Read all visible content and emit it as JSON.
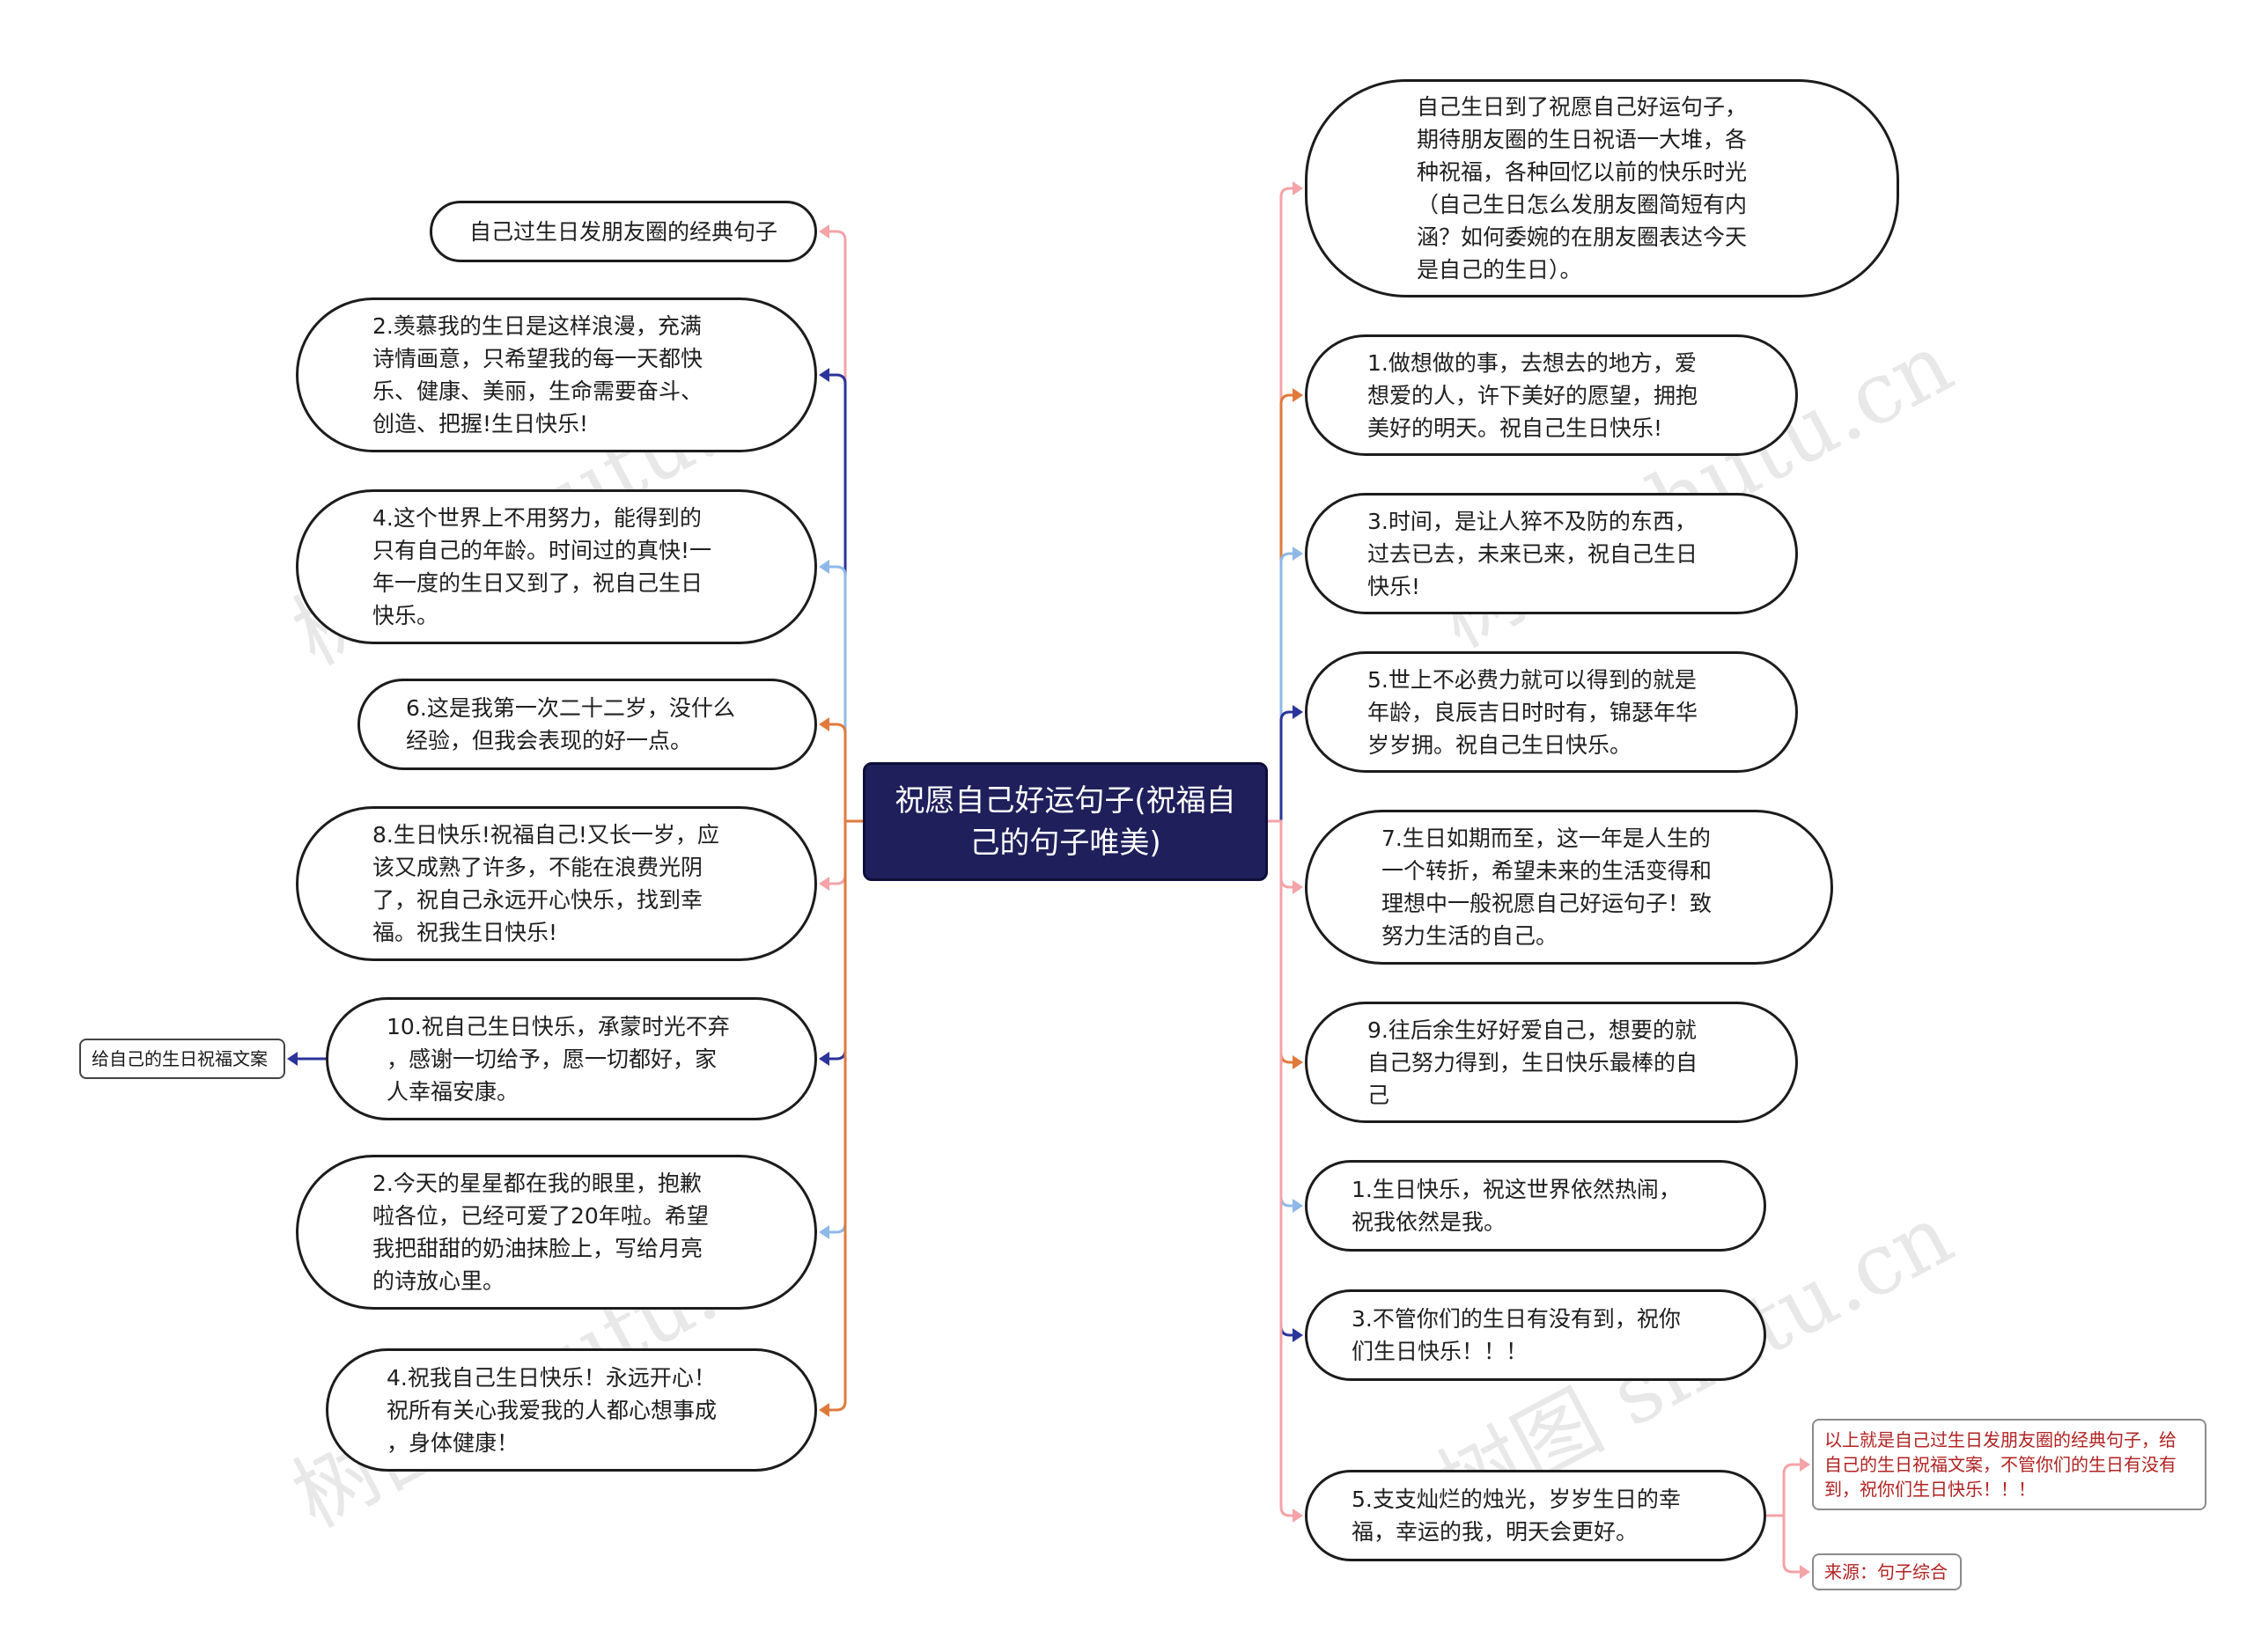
{
  "center": {
    "label": "祝愿自己好运句子(祝福自\n己的句子唯美)"
  },
  "left_nodes": [
    {
      "text": "自己过生日发朋友圈的经典句子",
      "color": "#f4a3a8"
    },
    {
      "text": "2.羡慕我的生日是这样浪漫，充满\n诗情画意，只希望我的每一天都快\n乐、健康、美丽，生命需要奋斗、\n创造、把握!生日快乐!",
      "color": "#2b3499"
    },
    {
      "text": "4.这个世界上不用努力，能得到的\n只有自己的年龄。时间过的真快!一\n年一度的生日又到了，祝自己生日\n快乐。",
      "color": "#8fb8e8"
    },
    {
      "text": "6.这是我第一次二十二岁，没什么\n经验，但我会表现的好一点。",
      "color": "#e07a3c"
    },
    {
      "text": "8.生日快乐!祝福自己!又长一岁，应\n该又成熟了许多，不能在浪费光阴\n了，祝自己永远开心快乐，找到幸\n福。祝我生日快乐!",
      "color": "#f4a3a8"
    },
    {
      "text": "10.祝自己生日快乐，承蒙时光不弃\n，感谢一切给予，愿一切都好，家\n人幸福安康。",
      "color": "#2b3499"
    },
    {
      "text": "2.今天的星星都在我的眼里，抱歉\n啦各位，已经可爱了20年啦。希望\n我把甜甜的奶油抹脸上，写给月亮\n的诗放心里。",
      "color": "#8fb8e8"
    },
    {
      "text": "4.祝我自己生日快乐！永远开心！\n祝所有关心我爱我的人都心想事成\n，身体健康！",
      "color": "#e07a3c"
    }
  ],
  "left_child": {
    "text": "给自己的生日祝福文案",
    "color": "#2b3499"
  },
  "right_nodes": [
    {
      "text": "自己生日到了祝愿自己好运句子，\n期待朋友圈的生日祝语一大堆，各\n种祝福，各种回忆以前的快乐时光\n（自己生日怎么发朋友圈简短有内\n涵？如何委婉的在朋友圈表达今天\n是自己的生日）。",
      "color": "#f4a3a8"
    },
    {
      "text": "1.做想做的事，去想去的地方，爱\n想爱的人，许下美好的愿望，拥抱\n美好的明天。祝自己生日快乐!",
      "color": "#e07a3c"
    },
    {
      "text": "3.时间，是让人猝不及防的东西，\n过去已去，未来已来，祝自己生日\n快乐!",
      "color": "#8fb8e8"
    },
    {
      "text": "5.世上不必费力就可以得到的就是\n年龄，良辰吉日时时有，锦瑟年华\n岁岁拥。祝自己生日快乐。",
      "color": "#2b3499"
    },
    {
      "text": "7.生日如期而至，这一年是人生的\n一个转折，希望未来的生活变得和\n理想中一般祝愿自己好运句子！致\n努力生活的自己。",
      "color": "#f4a3a8"
    },
    {
      "text": "9.往后余生好好爱自己，想要的就\n自己努力得到，生日快乐最棒的自\n己",
      "color": "#e07a3c"
    },
    {
      "text": "1.生日快乐，祝这世界依然热闹，\n祝我依然是我。",
      "color": "#8fb8e8"
    },
    {
      "text": "3.不管你们的生日有没有到，祝你\n们生日快乐！！！",
      "color": "#2b3499"
    },
    {
      "text": "5.支支灿烂的烛光，岁岁生日的幸\n福，幸运的我，明天会更好。",
      "color": "#f4a3a8"
    }
  ],
  "right_children": [
    {
      "text": "以上就是自己过生日发朋友圈的经典句子，给\n自己的生日祝福文案，不管你们的生日有没有\n到，祝你们生日快乐！！！",
      "color": "#f4a3a8"
    },
    {
      "text": "来源：句子综合",
      "color": "#f4a3a8"
    }
  ],
  "watermark": "树图 shutu.cn"
}
